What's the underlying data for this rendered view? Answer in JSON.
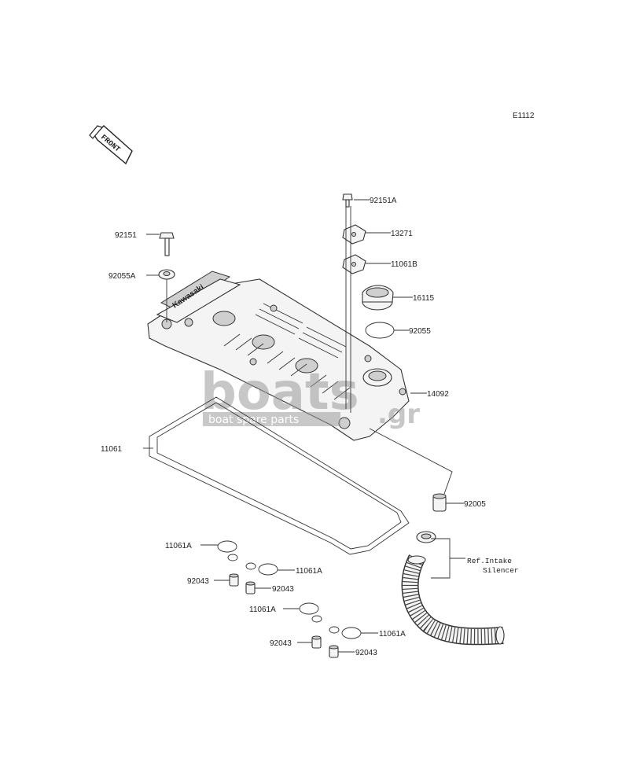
{
  "diagram_code": "E1112",
  "front_label": "FRONT",
  "brand_text": "Kawasaki",
  "watermark": {
    "main": "boats",
    "sub": "boat spare parts",
    "suffix": ".gr"
  },
  "reference_note": {
    "line1": "Ref.Intake",
    "line2": "Silencer"
  },
  "parts": {
    "bolt_left": "92151",
    "washer_left": "92055A",
    "bolt_right": "92151A",
    "cover_plate": "13271",
    "gasket_plate": "11061B",
    "oil_cap": "16115",
    "o_ring": "92055",
    "head_cover": "14092",
    "cover_gasket": "11061",
    "fitting": "92005",
    "seal_a1": "11061A",
    "collar_a1": "92043",
    "seal_a2": "11061A",
    "collar_a2": "92043",
    "seal_a3": "11061A",
    "collar_a3": "92043",
    "seal_a4": "11061A",
    "collar_a4": "92043"
  }
}
